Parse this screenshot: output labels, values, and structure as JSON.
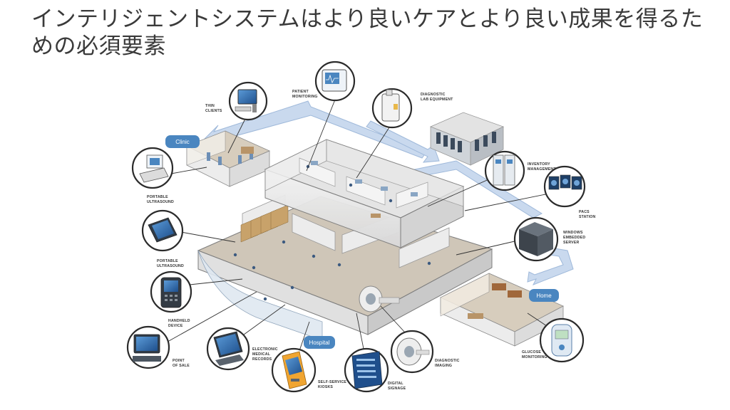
{
  "slide": {
    "title": "インテリジェントシステムはより良いケアとより良い成果を得るための必須要素"
  },
  "locations": {
    "clinic": "Clinic",
    "hospital": "Hospital",
    "home": "Home"
  },
  "callouts": {
    "thin_clients": [
      "THIN",
      "CLIENTS"
    ],
    "patient_monitoring": [
      "PATIENT",
      "MONITORING"
    ],
    "diagnostic_lab": [
      "DIAGNOSTIC",
      "LAB EQUIPMENT"
    ],
    "inventory": [
      "INVENTORY",
      "MANAGEMENT"
    ],
    "pacs": [
      "PACS",
      "STATION"
    ],
    "windows_server": [
      "WINDOWS",
      "EMBEDDED",
      "SERVER"
    ],
    "portable_ultrasound_1": [
      "PORTABLE",
      "ULTRASOUND"
    ],
    "portable_ultrasound_2": [
      "PORTABLE",
      "ULTRASOUND"
    ],
    "handheld": [
      "HANDHELD",
      "DEVICE"
    ],
    "point_of_sale": [
      "POINT",
      "OF SALE"
    ],
    "emr": [
      "ELECTRONIC",
      "MEDICAL",
      "RECORDS"
    ],
    "kiosks": [
      "SELF-SERVICE",
      "KIOSKS"
    ],
    "signage": [
      "DIGITAL",
      "SIGNAGE"
    ],
    "imaging": [
      "DIAGNOSTIC",
      "IMAGING"
    ],
    "glucose": [
      "GLUCOSE",
      "MONITORING"
    ]
  },
  "colors": {
    "tag_blue": "#4a86c0",
    "flow_arrow": "#c9d9ee",
    "flow_arrow_stroke": "#9fb9da",
    "circle_stroke": "#2b2b2b",
    "wall": "#e8e8e8",
    "floor": "#cfc6b8"
  }
}
